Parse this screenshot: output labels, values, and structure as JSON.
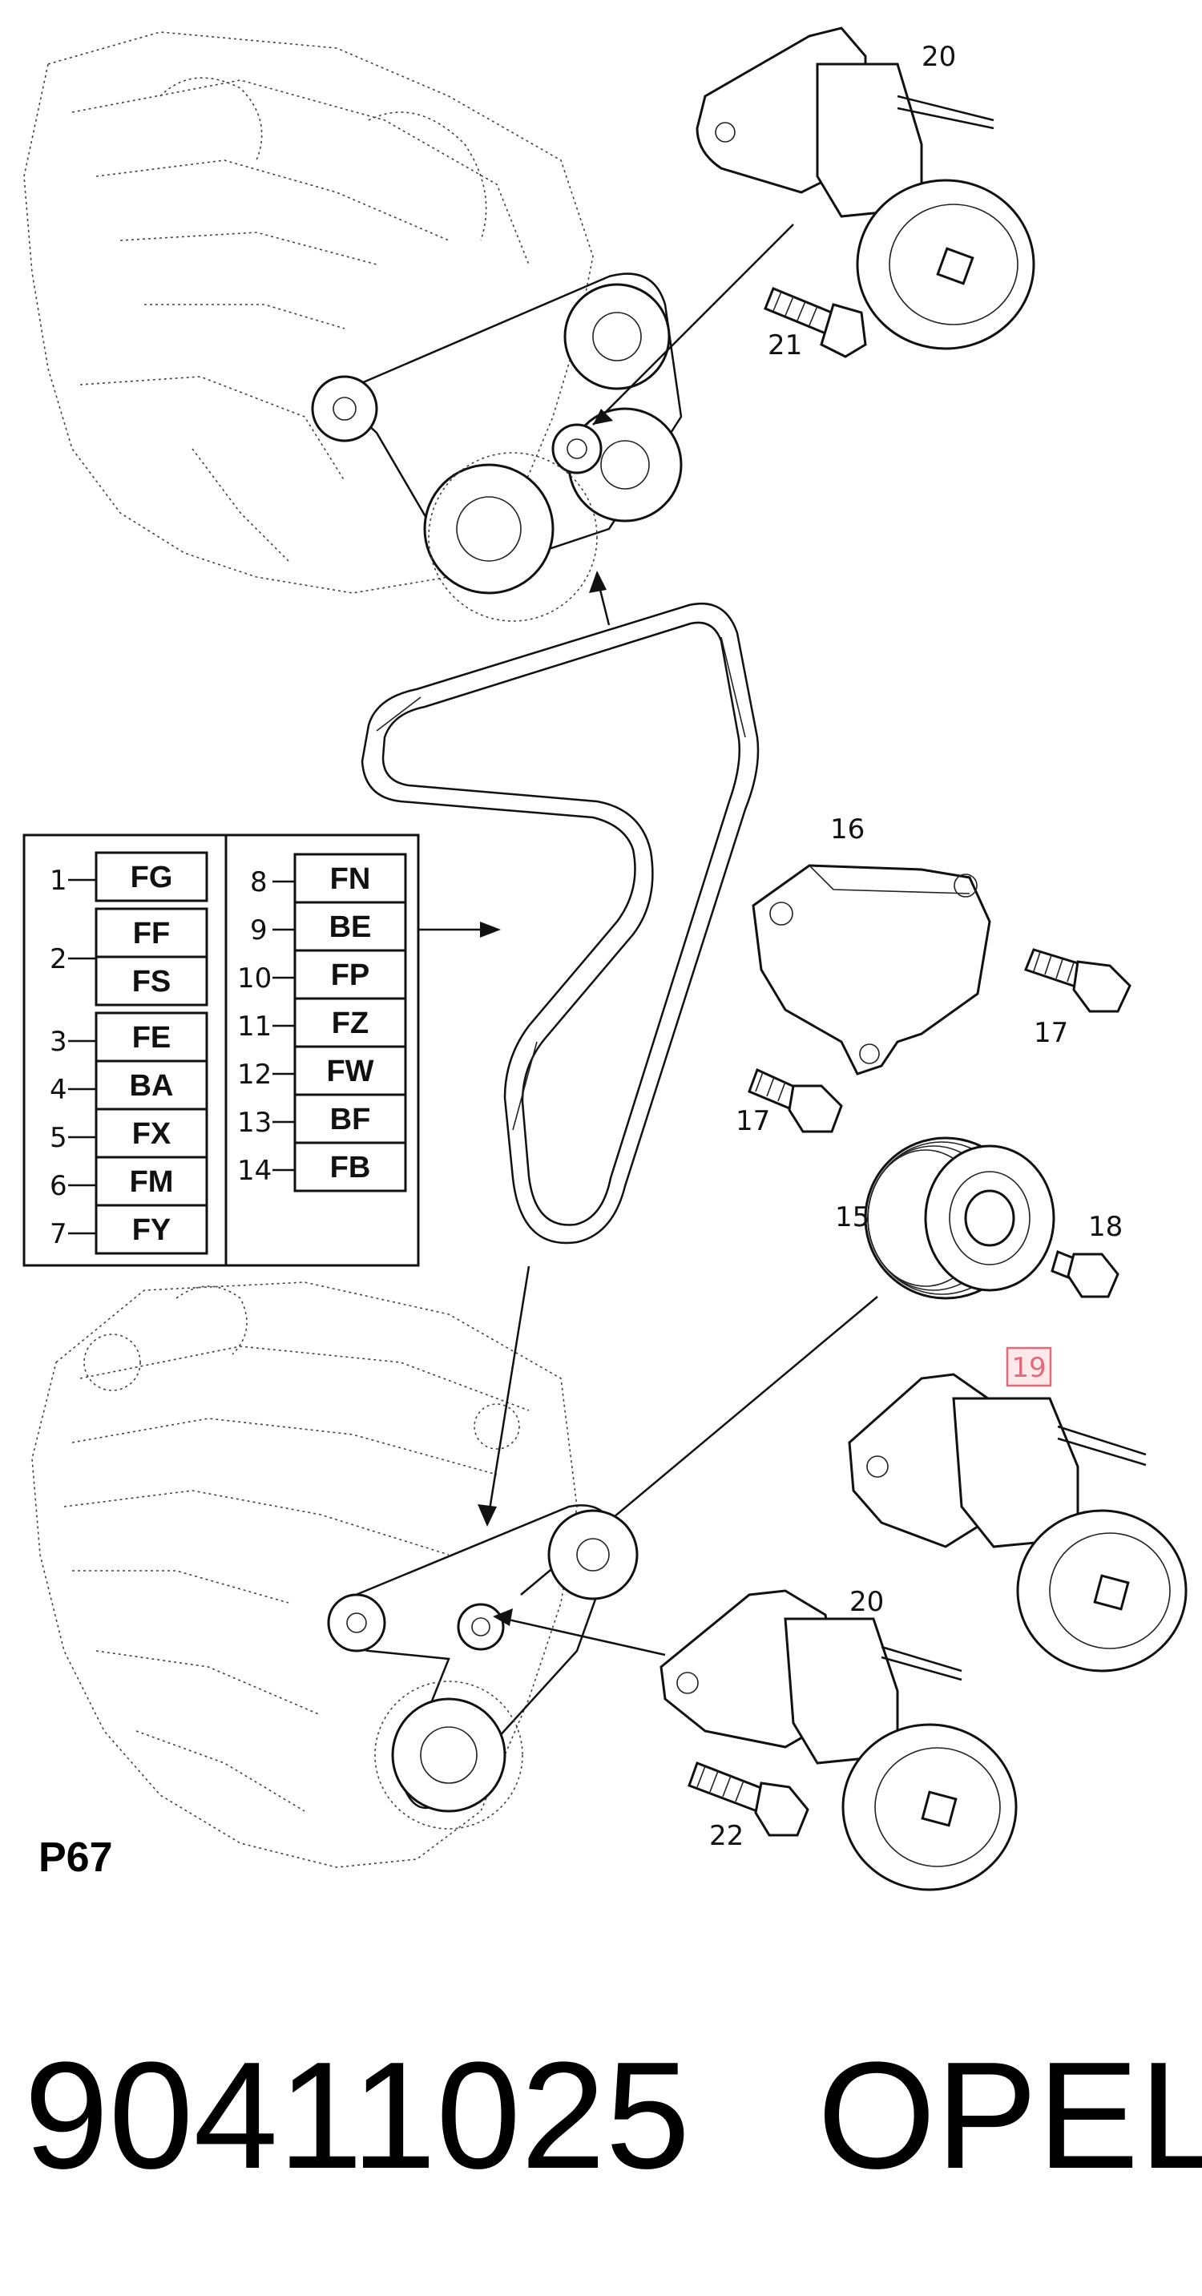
{
  "page_label": "P67",
  "part_number": "90411025",
  "brand": "OPEL",
  "callouts": {
    "top_tensioner": "20",
    "top_bolt": "21",
    "bracket": "16",
    "bracket_bolt_right": "17",
    "bracket_bolt_left": "17",
    "pulley": "15",
    "pulley_bolt": "18",
    "highlighted_tensioner": "19",
    "bottom_tensioner": "20",
    "bottom_bolt": "22"
  },
  "legend": {
    "left": [
      {
        "num": "1",
        "codes": [
          "FG"
        ]
      },
      {
        "num": "2",
        "codes": [
          "FF",
          "FS"
        ]
      },
      {
        "num": "3",
        "codes": [
          "FE"
        ]
      },
      {
        "num": "4",
        "codes": [
          "BA"
        ]
      },
      {
        "num": "5",
        "codes": [
          "FX"
        ]
      },
      {
        "num": "6",
        "codes": [
          "FM"
        ]
      },
      {
        "num": "7",
        "codes": [
          "FY"
        ]
      }
    ],
    "right": [
      {
        "num": "8",
        "codes": [
          "FN"
        ]
      },
      {
        "num": "9",
        "codes": [
          "BE"
        ]
      },
      {
        "num": "10",
        "codes": [
          "FP"
        ]
      },
      {
        "num": "11",
        "codes": [
          "FZ"
        ]
      },
      {
        "num": "12",
        "codes": [
          "FW"
        ]
      },
      {
        "num": "13",
        "codes": [
          "BF"
        ]
      },
      {
        "num": "14",
        "codes": [
          "FB"
        ]
      }
    ]
  },
  "colors": {
    "highlight_stroke": "#e06a7a",
    "highlight_fill": "#fde8ea",
    "ink": "#111111"
  }
}
